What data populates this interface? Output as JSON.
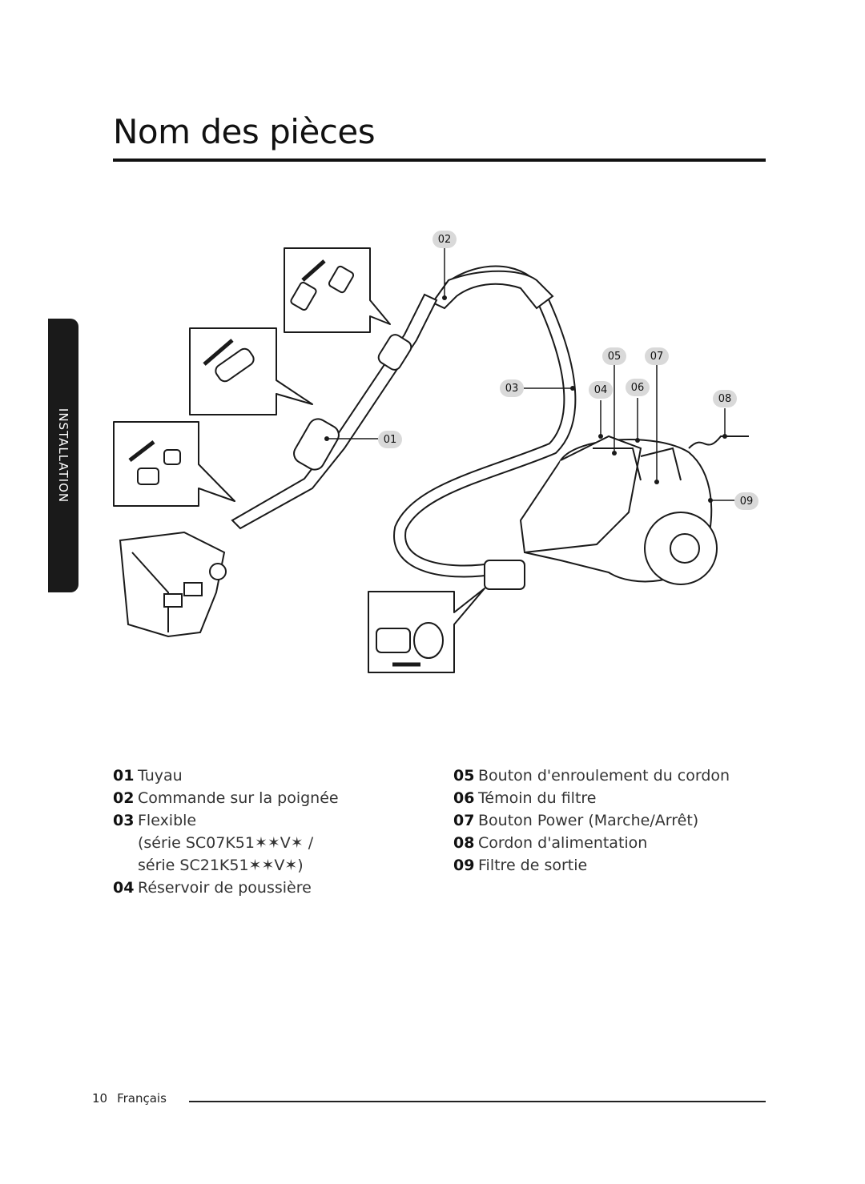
{
  "page": {
    "title": "Nom des pièces",
    "side_tab": "INSTALLATION"
  },
  "callouts": [
    "01",
    "02",
    "03",
    "04",
    "05",
    "06",
    "07",
    "08",
    "09"
  ],
  "parts_left": [
    {
      "num": "01",
      "label": "Tuyau"
    },
    {
      "num": "02",
      "label": "Commande sur la poignée"
    },
    {
      "num": "03",
      "label": "Flexible",
      "note1": "(série SC07K51✶✶V✶ /",
      "note2": "série SC21K51✶✶V✶)"
    },
    {
      "num": "04",
      "label": "Réservoir de poussière"
    }
  ],
  "parts_right": [
    {
      "num": "05",
      "label": "Bouton d'enroulement du cordon"
    },
    {
      "num": "06",
      "label": "Témoin du filtre"
    },
    {
      "num": "07",
      "label": "Bouton Power (Marche/Arrêt)"
    },
    {
      "num": "08",
      "label": "Cordon d'alimentation"
    },
    {
      "num": "09",
      "label": "Filtre de sortie"
    }
  ],
  "footer": {
    "page_number": "10",
    "language": "Français"
  }
}
